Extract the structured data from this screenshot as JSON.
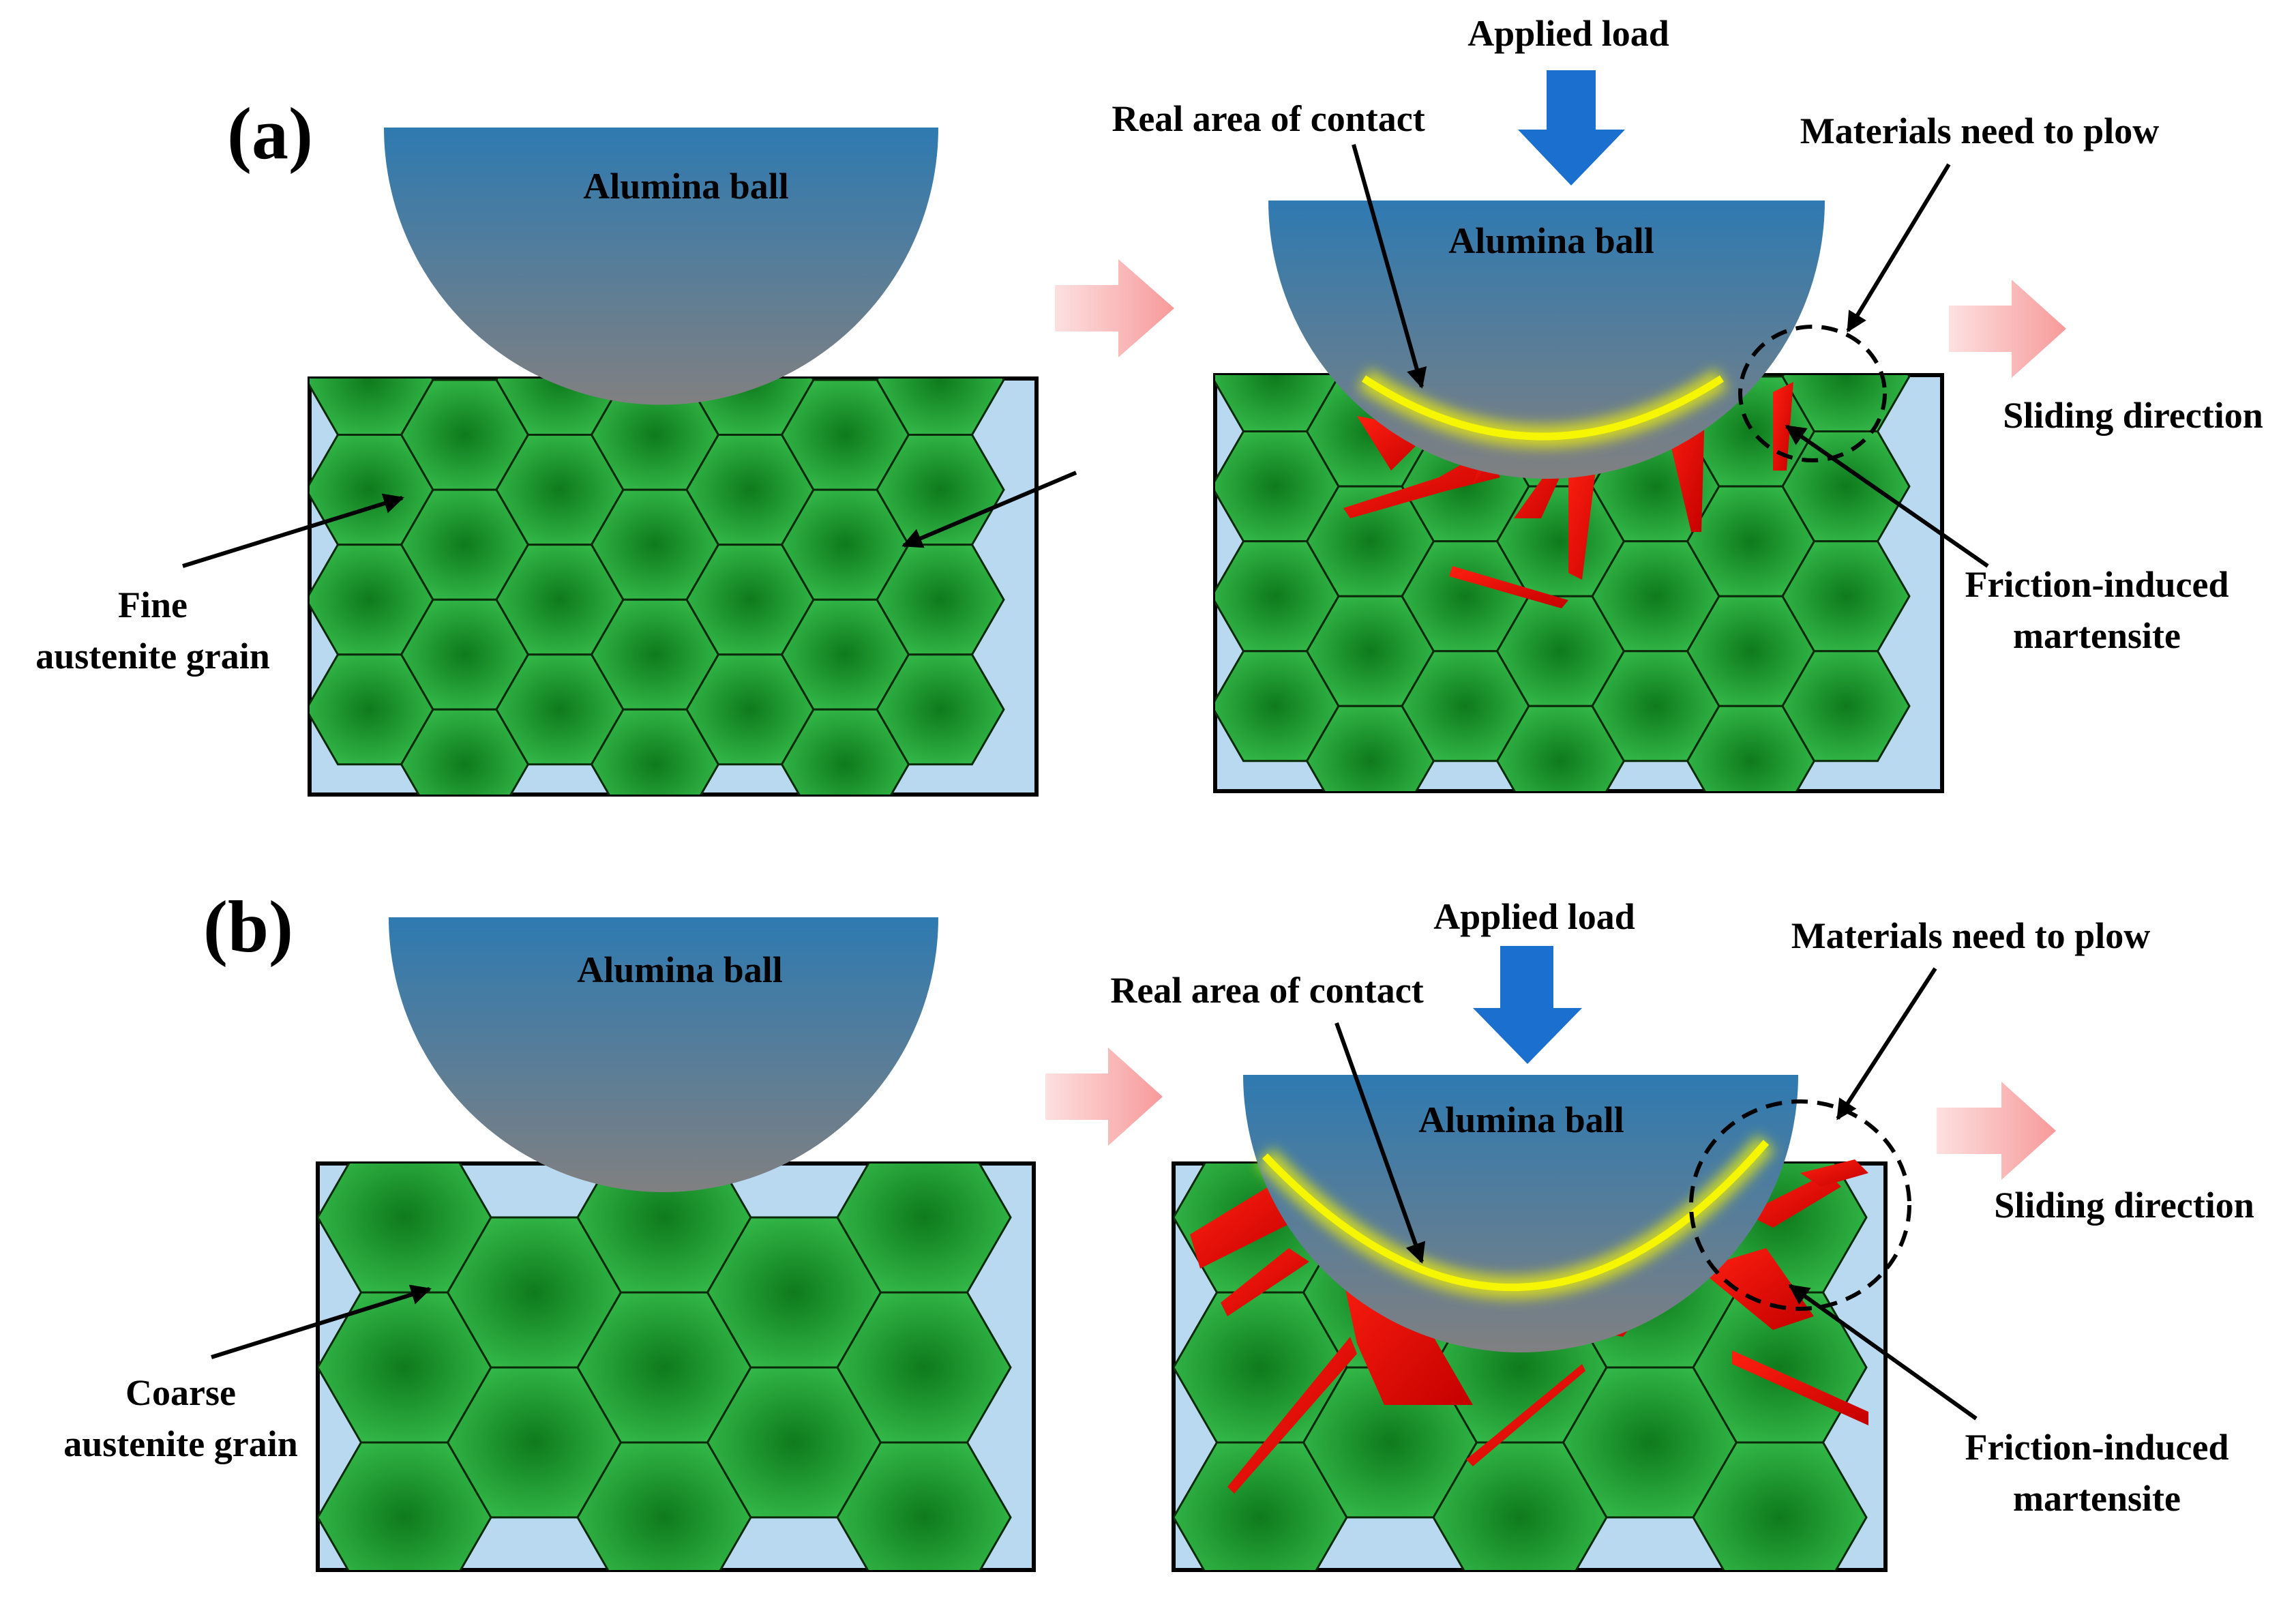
{
  "panels": [
    {
      "letter": "(a)"
    },
    {
      "letter": "(b)"
    }
  ],
  "labels": {
    "alumina_ball": "Alumina ball",
    "applied_load": "Applied load",
    "real_area_of_contact": "Real area of contact",
    "materials_need_to_plow": "Materials need to plow",
    "sliding_direction": "Sliding direction",
    "friction_induced": "Friction-induced",
    "martensite": "martensite",
    "fine": "Fine",
    "coarse": "Coarse",
    "austenite_grain": "austenite grain"
  },
  "colors": {
    "grain_center": "#0f7a1e",
    "grain_edge": "#2fb544",
    "substrate": "#b9d9f0",
    "ball_top": "#2e7ab1",
    "ball_bottom": "#7d7f82",
    "load_arrow": "#1a6fcf",
    "direction_arrow": "#f8a6a6",
    "martensite": "#ee1111",
    "contact_line": "#f6f600"
  }
}
